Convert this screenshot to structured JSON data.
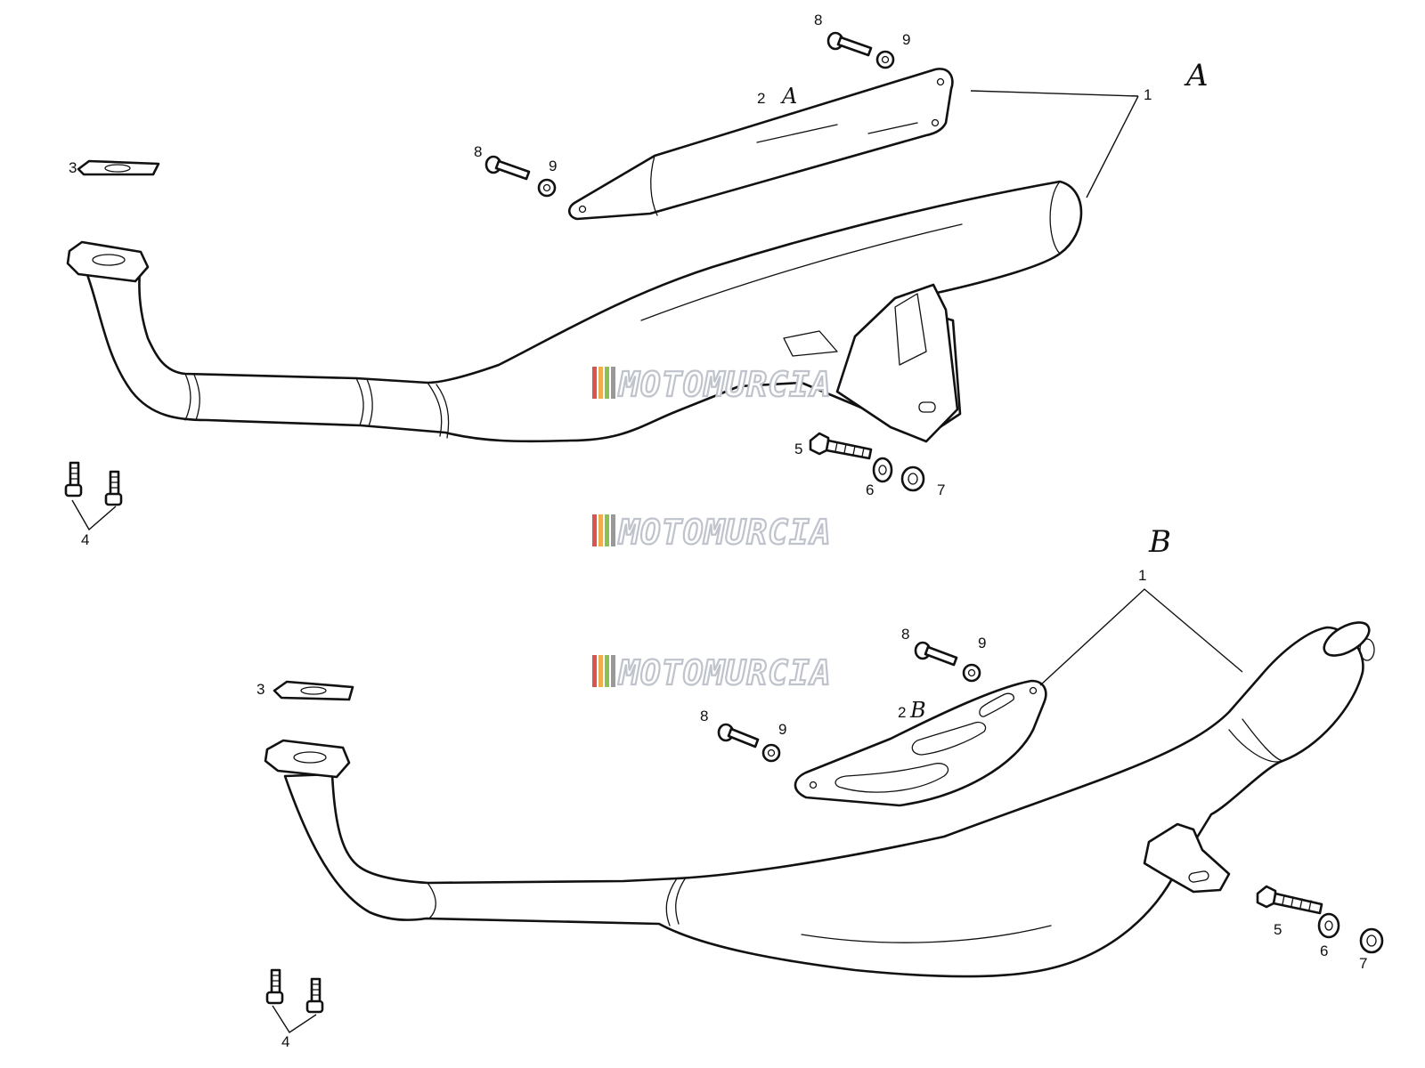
{
  "callouts": {
    "part_1": "1",
    "part_2": "2",
    "part_3": "3",
    "part_4": "4",
    "part_5": "5",
    "part_6": "6",
    "part_7": "7",
    "part_8": "8",
    "part_9": "9"
  },
  "variants": {
    "a_label": "A",
    "b_label": "B",
    "a_small": "A",
    "b_small": "B"
  },
  "watermark": {
    "text": "MOTOMURCIA",
    "stripe_colors": [
      "#d9534f",
      "#f0ad4e",
      "#8cc152",
      "#999999"
    ]
  }
}
